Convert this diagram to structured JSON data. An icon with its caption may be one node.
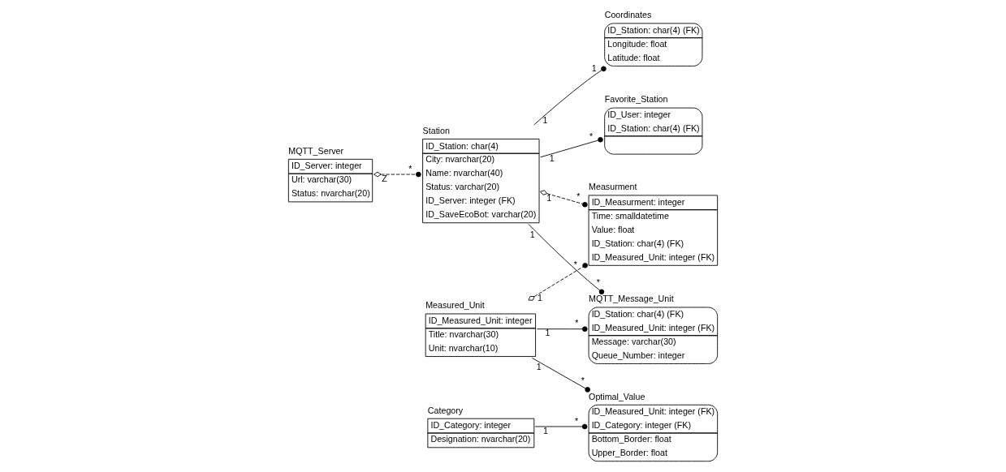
{
  "diagram": {
    "nodes": [
      {
        "text": [
          "MQTT_Message_Unit",
          "ID_Station: char(4) (FK)",
          "ID_Measured_Unit: integer (FK)",
          "Message: varchar(30)",
          "Queue_Number: integer"
        ]
      },
      {
        "text": [
          "MQTT_Server",
          "ID_Server: integer",
          "Url: varchar(30)",
          "Status: nvarchar(20)"
        ]
      },
      {
        "text": [
          "Station",
          "ID_Station: char(4)",
          "City: nvarchar(20)",
          "Name: nvarchar(40)",
          "Status: varchar(20)",
          "ID_Server: integer (FK)",
          "ID_SaveEcoBot: varchar(20)"
        ]
      },
      {
        "text": [
          "Measurment",
          "ID_Measurment: integer",
          "Time: smalldatetime",
          "Value: float",
          "ID_Station: char(4) (FK)",
          "ID_Measured_Unit: integer (FK)"
        ]
      },
      {
        "text": [
          "Measured_Unit",
          "ID_Measured_Unit: integer",
          "Title: nvarchar(30)",
          "Unit: nvarchar(10)"
        ]
      },
      {
        "text": [
          "Coordinates",
          "ID_Station: char(4) (FK)",
          "Longitude: float",
          "Latitude: float"
        ]
      },
      {
        "text": [
          "Favorite_Station",
          "ID_User: integer",
          "ID_Station: char(4) (FK)"
        ]
      },
      {
        "text": [
          "Category",
          "ID_Category: integer",
          "Designation: nvarchar(20)"
        ]
      },
      {
        "text": [
          "Optimal_Value",
          "ID_Measured_Unit: integer (FK)",
          "ID_Category: integer (FK)",
          "Bottom_Border: float",
          "Upper_Border: float"
        ]
      }
    ],
    "edges": [
      {
        "from": 2,
        "to": 0,
        "arrow": "other"
      },
      {
        "from": 1,
        "to": 2,
        "arrow": "other",
        "style": "dashed"
      },
      {
        "from": 2,
        "to": 3,
        "arrow": "other",
        "style": "dashed"
      },
      {
        "from": 4,
        "to": 3,
        "arrow": "other",
        "style": "dashed"
      },
      {
        "from": 4,
        "to": 0,
        "arrow": "other"
      },
      {
        "from": 2,
        "to": 5,
        "arrow": "other"
      },
      {
        "from": 2,
        "to": 6,
        "arrow": "other"
      },
      {
        "from": 4,
        "to": 8,
        "arrow": "other"
      },
      {
        "from": 7,
        "to": 8,
        "arrow": "other"
      }
    ],
    "labels": [
      "1",
      "*",
      "Z",
      "*",
      "1",
      "*",
      "1",
      "*",
      "1",
      "*",
      "1",
      "1",
      "1",
      "*",
      "1",
      "*",
      "1",
      "*"
    ]
  }
}
